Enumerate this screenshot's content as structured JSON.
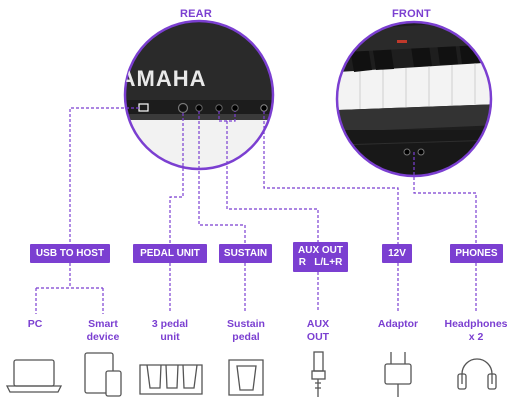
{
  "sections": {
    "rear": "REAR",
    "front": "FRONT"
  },
  "logo": "YAMAHA",
  "ports": {
    "usb_to_host": "USB TO HOST",
    "pedal_unit": "PEDAL UNIT",
    "sustain": "SUSTAIN",
    "aux_out_line1": "AUX OUT",
    "aux_out_line2": "R   L/L+R",
    "power_12v": "12V",
    "phones": "PHONES"
  },
  "devices": {
    "pc": "PC",
    "smart_device_line1": "Smart",
    "smart_device_line2": "device",
    "pedal_3_line1": "3 pedal",
    "pedal_3_line2": "unit",
    "sustain_pedal_line1": "Sustain",
    "sustain_pedal_line2": "pedal",
    "aux_out_line1": "AUX",
    "aux_out_line2": "OUT",
    "adaptor": "Adaptor",
    "headphones_line1": "Headphones",
    "headphones_line2": "x 2"
  },
  "colors": {
    "accent": "#7b3fd1",
    "panel_dark": "#2b2b2b",
    "icon_stroke": "#555555"
  }
}
